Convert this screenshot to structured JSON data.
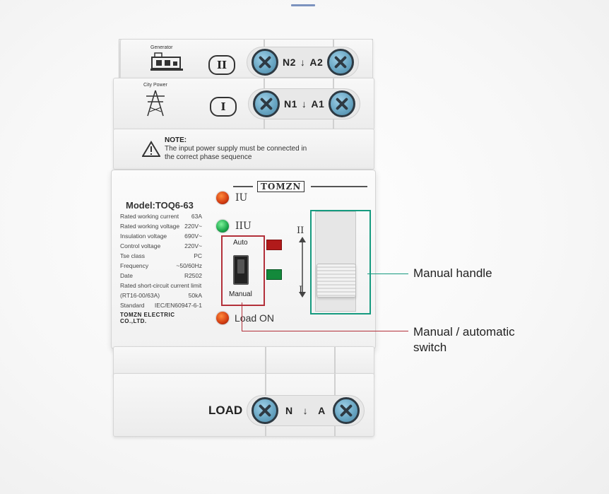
{
  "device": {
    "top_module": {
      "icon_label": "Generator",
      "roman": "II",
      "terminal_label_left": "N2",
      "terminal_label_right": "A2",
      "arrow": "↓"
    },
    "second_module": {
      "icon_label": "City Power",
      "roman": "I",
      "terminal_label_left": "N1",
      "terminal_label_right": "A1",
      "arrow": "↓"
    },
    "note": {
      "title": "NOTE:",
      "line1": "The input power supply must be connected in",
      "line2": "the correct phase sequence",
      "warning_icon": "warning-triangle-icon"
    },
    "front": {
      "brand": "TOMZN",
      "model": "Model:TOQ6-63",
      "specs": [
        {
          "label": "Rated working current",
          "value": "63A"
        },
        {
          "label": "Rated working voltage",
          "value": "220V~"
        },
        {
          "label": "Insulation voltage",
          "value": "690V~"
        },
        {
          "label": "Control voltage",
          "value": "220V~"
        },
        {
          "label": "Tse class",
          "value": "PC"
        },
        {
          "label": "Frequency",
          "value": "~50/60Hz"
        },
        {
          "label": "Date",
          "value": "R2502"
        }
      ],
      "short_circuit_label": "Rated short-circuit current limit",
      "short_circuit": {
        "label": "(RT16-00/63A)",
        "value": "50kA"
      },
      "standard": {
        "label": "Standard",
        "value": "IEC/EN60947-6-1"
      },
      "company": "TOMZN ELECTRIC CO.,LTD.",
      "led1_label": "IU",
      "led2_label": "IIU",
      "load_on_label": "Load ON",
      "switch_top": "Auto",
      "switch_bottom": "Manual",
      "handle_top": "II",
      "handle_bottom": "I"
    },
    "bottom_module": {
      "load_label": "LOAD",
      "terminal_label_left": "N",
      "terminal_label_right": "A",
      "arrow": "↓"
    }
  },
  "callouts": {
    "manual_handle": "Manual handle",
    "switch_line1": "Manual / automatic",
    "switch_line2": "switch"
  },
  "colors": {
    "switch_box": "#b3303a",
    "handle_box": "#159a7f",
    "led_red": "#d23c12",
    "led_green": "#1aa54a",
    "indicator_red": "#b11a1a",
    "indicator_green": "#13893b",
    "screw": "#6aa7c4"
  }
}
